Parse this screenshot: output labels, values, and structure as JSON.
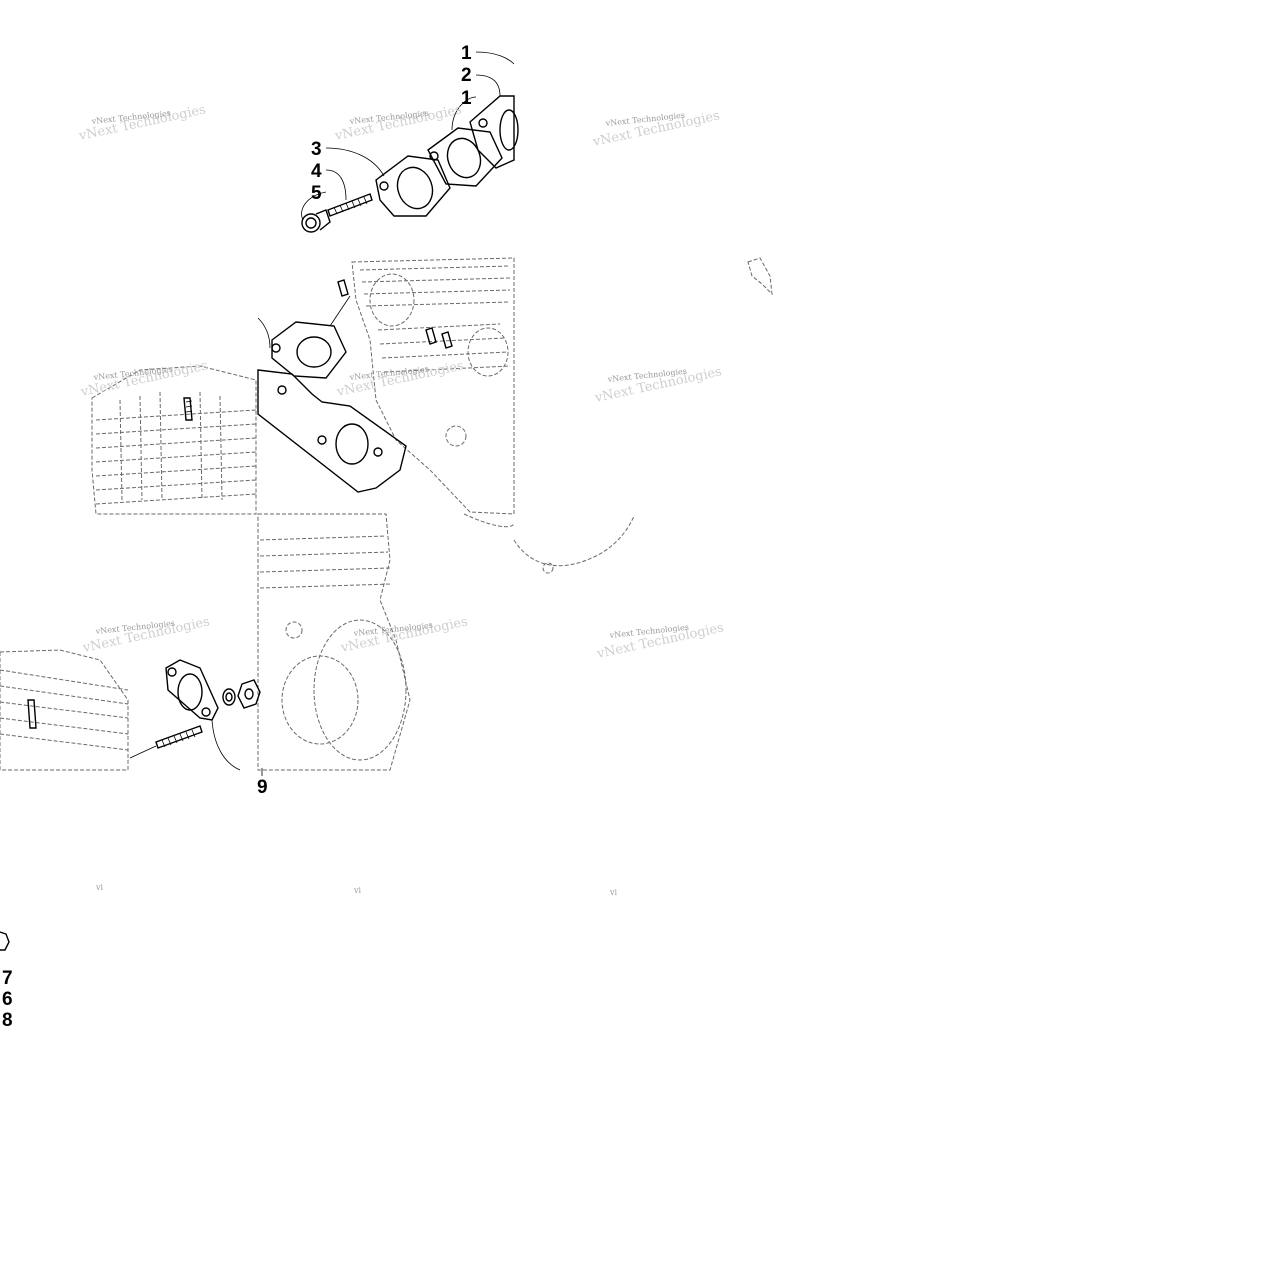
{
  "watermark": {
    "text": "vNext Technologies",
    "short": "vi"
  },
  "callouts": [
    {
      "id": "c1a",
      "label": "1"
    },
    {
      "id": "c2",
      "label": "2"
    },
    {
      "id": "c1b",
      "label": "1"
    },
    {
      "id": "c3",
      "label": "3"
    },
    {
      "id": "c4",
      "label": "4"
    },
    {
      "id": "c5",
      "label": "5"
    },
    {
      "id": "c9",
      "label": "9"
    },
    {
      "id": "c7",
      "label": "7"
    },
    {
      "id": "c6",
      "label": "6"
    },
    {
      "id": "c8",
      "label": "8"
    }
  ],
  "colors": {
    "line": "#000000",
    "dashed": "#6a6a6a",
    "watermark": "#9a9a9a"
  }
}
